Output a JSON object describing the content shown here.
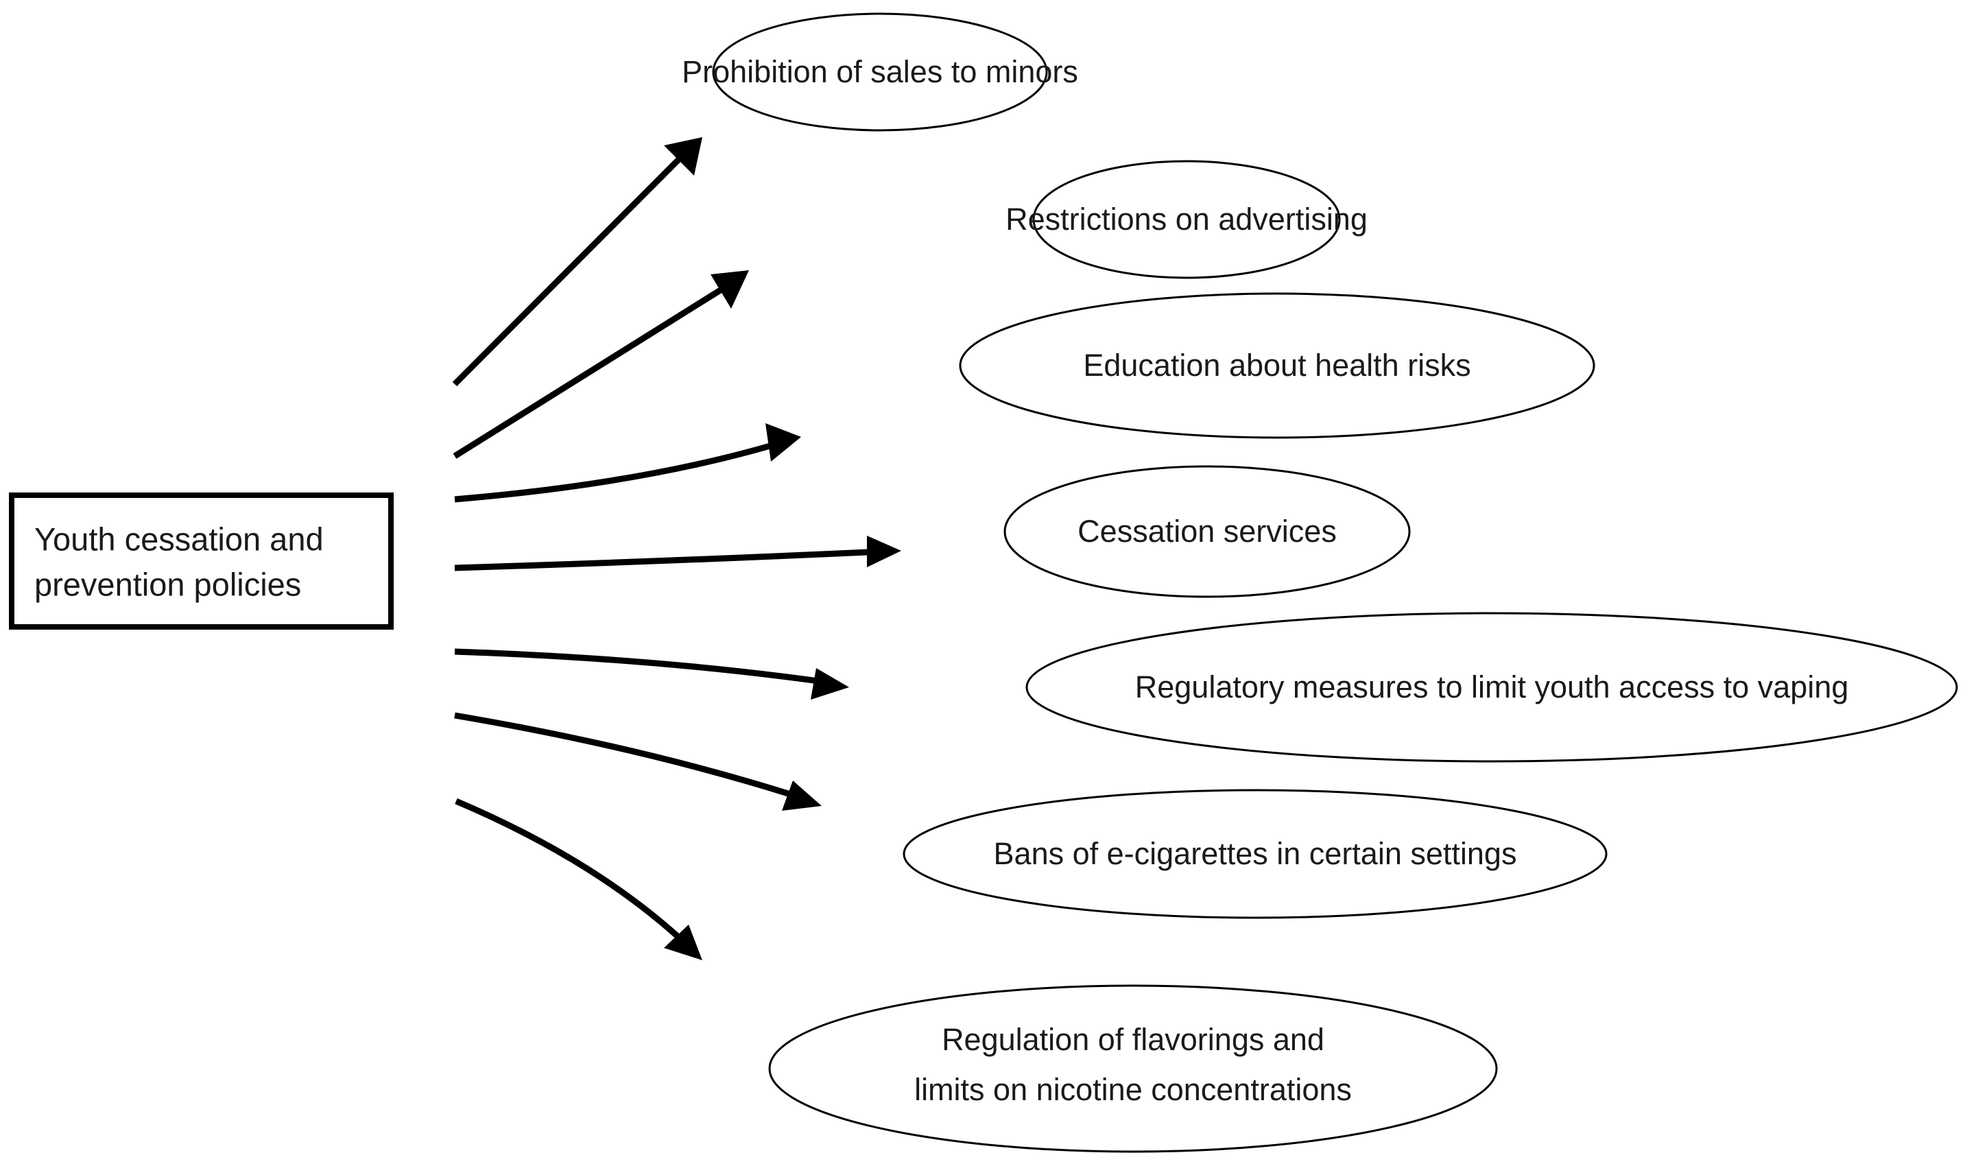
{
  "diagram": {
    "type": "radial-flow-diagram",
    "background_color": "#ffffff",
    "line_color": "#000000",
    "text_color": "#1a1a1a",
    "source_node": {
      "shape": "rectangle",
      "line_1": "Youth cessation and",
      "line_2": "prevention policies"
    },
    "target_nodes": [
      {
        "shape": "ellipse",
        "line_1": "Prohibition of sales to minors",
        "line_2": ""
      },
      {
        "shape": "ellipse",
        "line_1": "Restrictions on advertising",
        "line_2": ""
      },
      {
        "shape": "ellipse",
        "line_1": "Education about health risks",
        "line_2": ""
      },
      {
        "shape": "ellipse",
        "line_1": "Cessation services",
        "line_2": ""
      },
      {
        "shape": "ellipse",
        "line_1": "Regulatory measures to limit youth access to vaping",
        "line_2": ""
      },
      {
        "shape": "ellipse",
        "line_1": "Bans of e-cigarettes in certain settings",
        "line_2": ""
      },
      {
        "shape": "ellipse",
        "line_1": "Regulation of flavorings and",
        "line_2": "limits on nicotine concentrations"
      }
    ],
    "connector_count": 7,
    "connector_style": "single-headed arrow"
  }
}
